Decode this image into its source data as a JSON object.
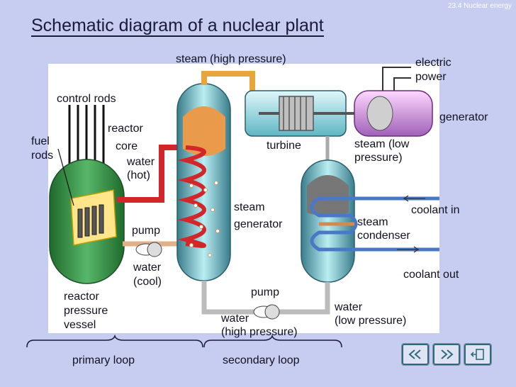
{
  "header": {
    "corner": "23.4 Nuclear energy",
    "title": "Schematic diagram of a nuclear plant"
  },
  "labels": {
    "steam_high": "steam (high pressure)",
    "electric_1": "electric",
    "electric_2": "power",
    "control_rods": "control rods",
    "generator": "generator",
    "reactor": "reactor",
    "core": "core",
    "fuel": "fuel",
    "rods": "rods",
    "water_hot_1": "water",
    "water_hot_2": "(hot)",
    "turbine": "turbine",
    "steam_low_1": "steam (low",
    "steam_low_2": "pressure)",
    "steam_gen_1": "steam",
    "steam_gen_2": "generator",
    "coolant_in": "coolant in",
    "steam_cond_1": "steam",
    "steam_cond_2": "condenser",
    "pump_1": "pump",
    "water_cool_1": "water",
    "water_cool_2": "(cool)",
    "coolant_out": "coolant out",
    "reactor_pv_1": "reactor",
    "reactor_pv_2": "pressure",
    "reactor_pv_3": "vessel",
    "pump_2": "pump",
    "water_lp_1": "water",
    "water_lp_2": "(low pressure)",
    "water_hp_1": "water",
    "water_hp_2": "(high pressure)",
    "primary_loop": "primary loop",
    "secondary_loop": "secondary loop"
  },
  "nav": {
    "prev_icon": "double-left-arrow-icon",
    "next_icon": "double-right-arrow-icon",
    "exit_icon": "exit-door-icon"
  },
  "colors": {
    "background": "#c7cdf0",
    "reactor_vessel": "#3e8e4c",
    "vessel_tank": "#7ccdd6",
    "hot_water": "#d2262b",
    "steam_pipe": "#e8a53c",
    "coolant": "#4a78c8",
    "cool_water": "#d8a080"
  }
}
